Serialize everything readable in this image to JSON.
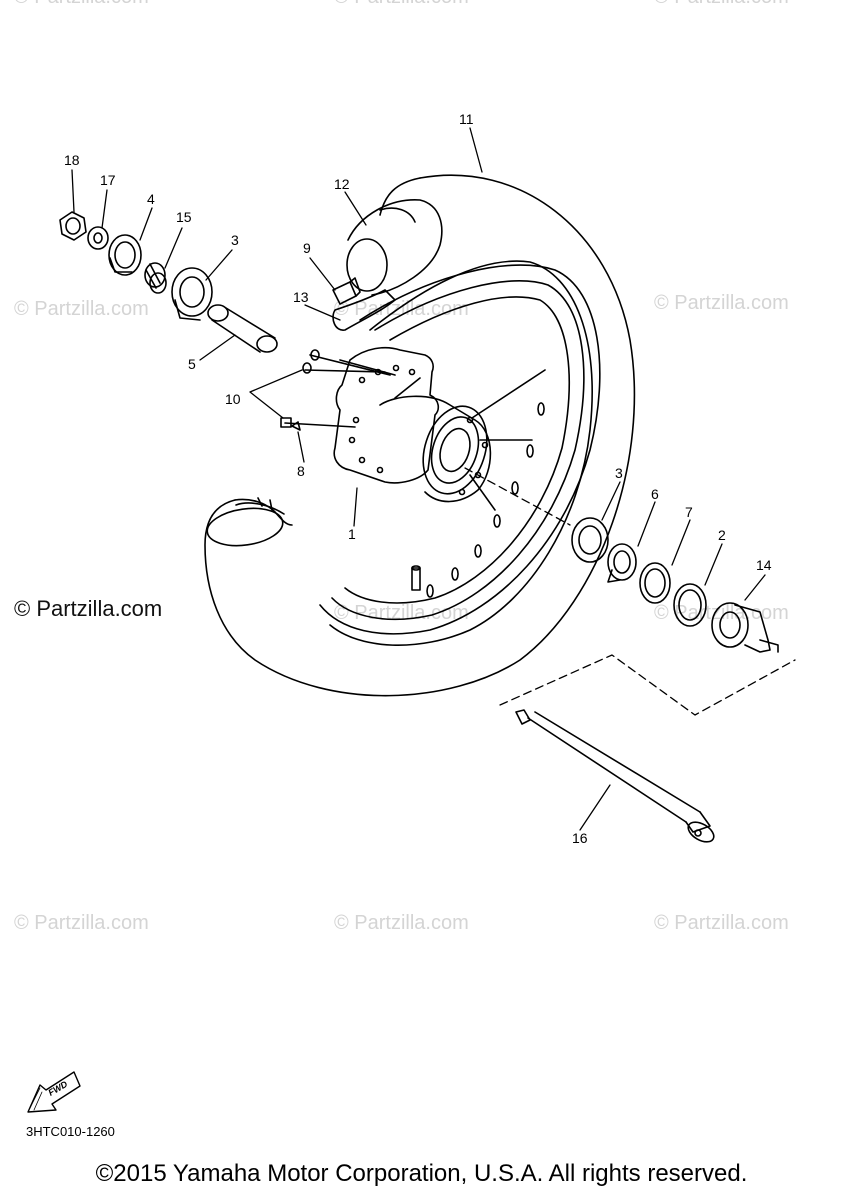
{
  "watermarks": {
    "text": "© Partzilla.com",
    "main": "© Partzilla.com"
  },
  "diagram": {
    "callouts": [
      "1",
      "2",
      "3",
      "4",
      "5",
      "6",
      "7",
      "8",
      "9",
      "10",
      "11",
      "12",
      "13",
      "14",
      "15",
      "16",
      "17",
      "18"
    ],
    "callout_3b": "3",
    "fwd_label": "FWD"
  },
  "footer": {
    "doc_code": "3HTC010-1260",
    "copyright": "©2015 Yamaha Motor Corporation, U.S.A. All rights reserved."
  },
  "colors": {
    "line": "#000000",
    "watermark": "#d4d4d4"
  }
}
